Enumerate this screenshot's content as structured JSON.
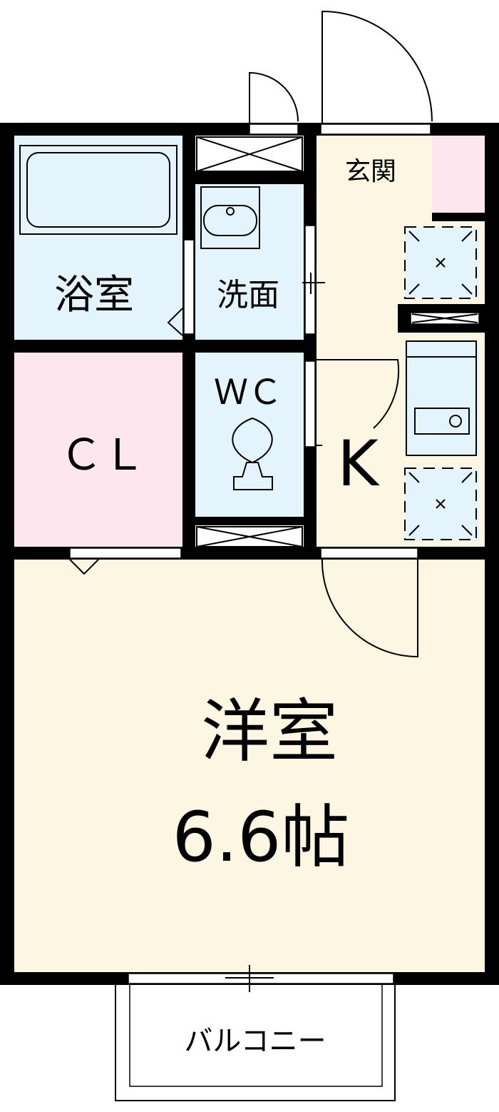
{
  "floorplan": {
    "rooms": {
      "bath": "浴室",
      "washroom": "洗面",
      "entrance": "玄関",
      "closet": "ＣＬ",
      "toilet": "ＷＣ",
      "kitchen": "K",
      "western_room": "洋室",
      "western_room_size": "6.6帖",
      "balcony": "バルコニー"
    },
    "colors": {
      "wet_area": "#e3f4fc",
      "closet": "#fde6ee",
      "living": "#fdf6e2",
      "wall": "#000000"
    }
  }
}
